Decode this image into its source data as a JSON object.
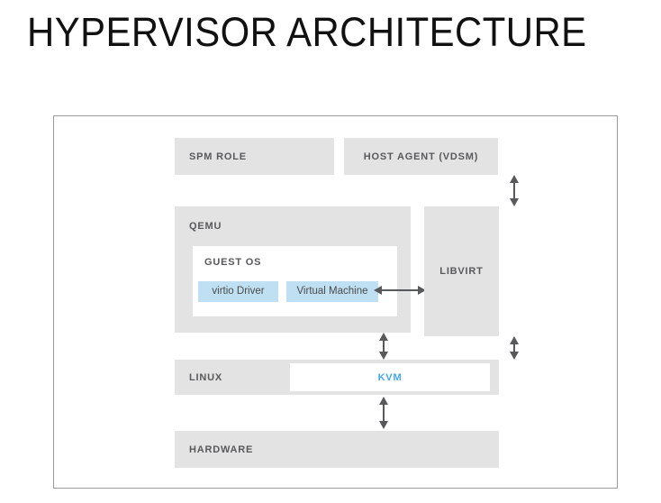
{
  "slide": {
    "title": "HYPERVISOR ARCHITECTURE"
  },
  "colors": {
    "block_fill": "#e3e3e3",
    "block_text": "#58595b",
    "chip_fill": "#bfe0f2",
    "chip_text": "#4a4a4a",
    "accent_blue": "#3fa9e8",
    "frame_border": "#9b9b9b",
    "panel_fill": "#ffffff",
    "background": "#ffffff",
    "arrow": "#58595b"
  },
  "diagram": {
    "blocks": {
      "spm_role": "SPM ROLE",
      "host_agent": "HOST AGENT (VDSM)",
      "qemu": "QEMU",
      "guest_os": "GUEST OS",
      "libvirt": "LIBVIRT",
      "linux": "LINUX",
      "kvm": "KVM",
      "hardware": "HARDWARE"
    },
    "chips": {
      "virtio_driver": "virtio Driver",
      "virtual_machine": "Virtual Machine"
    },
    "connectors": [
      {
        "id": "host-agent-to-libvirt",
        "orientation": "vertical",
        "heads": "both"
      },
      {
        "id": "virtual-machine-to-libvirt",
        "orientation": "horizontal",
        "heads": "both"
      },
      {
        "id": "qemu-to-linux",
        "orientation": "vertical",
        "heads": "both"
      },
      {
        "id": "libvirt-to-linux",
        "orientation": "vertical",
        "heads": "both"
      },
      {
        "id": "linux-to-hardware",
        "orientation": "vertical",
        "heads": "both"
      }
    ]
  }
}
